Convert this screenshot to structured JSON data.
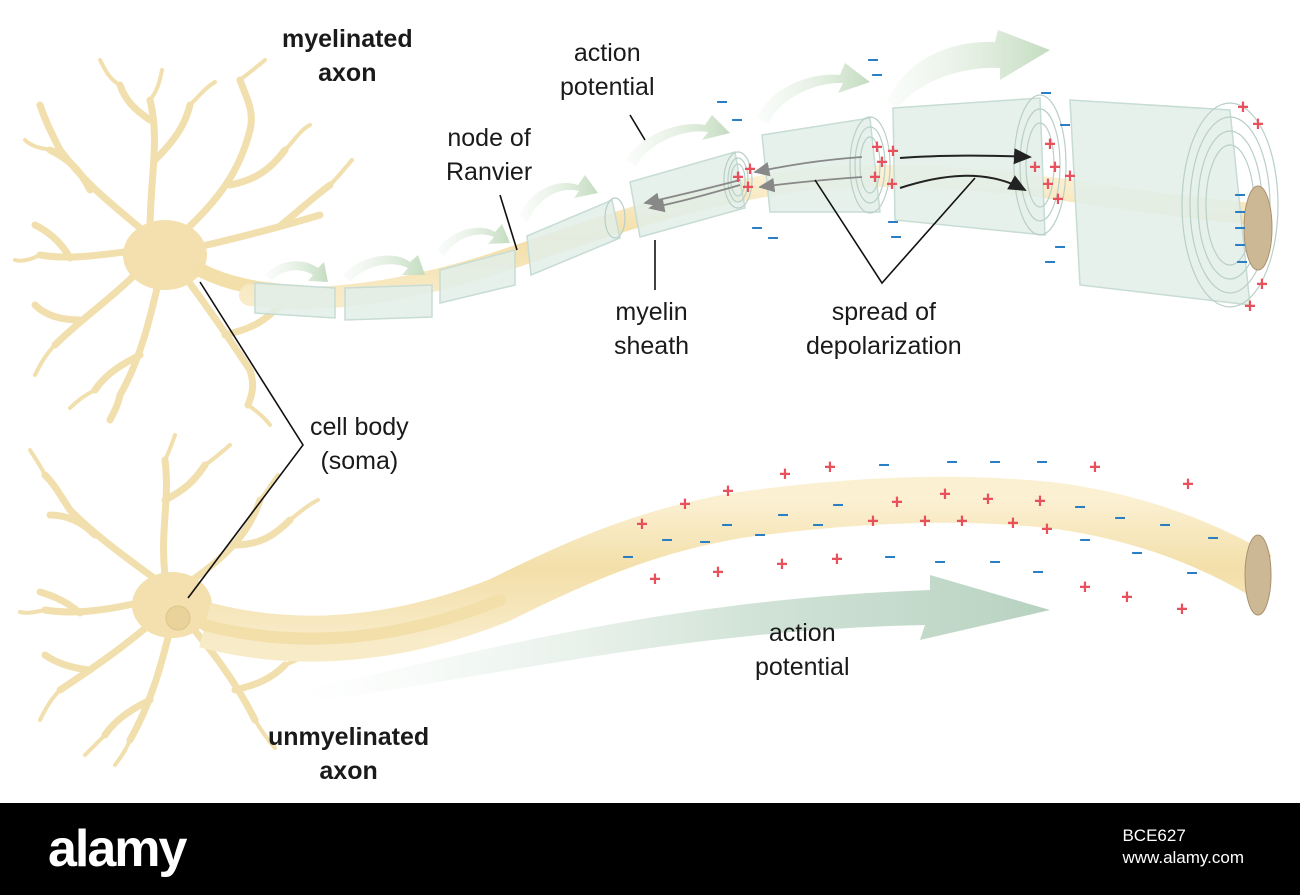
{
  "labels": {
    "myelinated_axon": [
      "myelinated",
      "axon"
    ],
    "action_potential_top": [
      "action",
      "potential"
    ],
    "node_of_ranvier": [
      "node of",
      "Ranvier"
    ],
    "myelin_sheath": [
      "myelin",
      "sheath"
    ],
    "spread_of_depolarization": [
      "spread of",
      "depolarization"
    ],
    "cell_body": [
      "cell body",
      "(soma)"
    ],
    "action_potential_bottom": [
      "action",
      "potential"
    ],
    "unmyelinated_axon": [
      "unmyelinated",
      "axon"
    ]
  },
  "charges": {
    "positive": "+",
    "negative": "–"
  },
  "colors": {
    "neuron": "#f4e2b4",
    "myelin": "#dfeee9",
    "positive": "#e8505b",
    "negative": "#2a7fc4",
    "arrow": "#cfe3d2"
  },
  "watermark": {
    "logo": "alamy",
    "image_id": "BCE627",
    "site": "www.alamy.com"
  }
}
